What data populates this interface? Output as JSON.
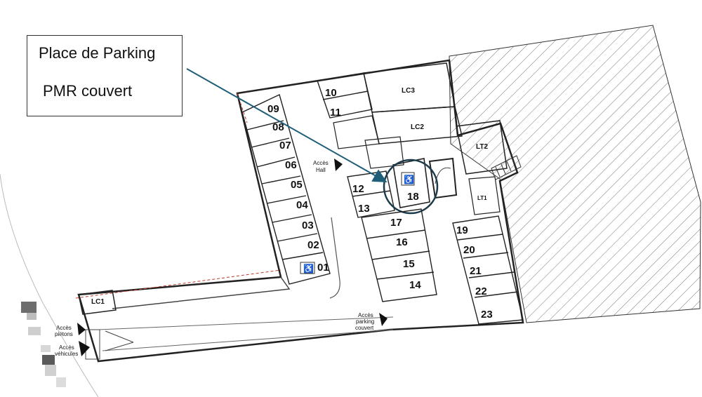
{
  "callout": {
    "line1": "Place de Parking",
    "line2": "PMR couvert"
  },
  "rooms": {
    "lc1": "LC1",
    "lc2": "LC2",
    "lc3": "LC3",
    "lt1": "LT1",
    "lt2": "LT2"
  },
  "spots": {
    "s01": "01",
    "s02": "02",
    "s03": "03",
    "s04": "04",
    "s05": "05",
    "s06": "06",
    "s07": "07",
    "s08": "08",
    "s09": "09",
    "s10": "10",
    "s11": "11",
    "s12": "12",
    "s13": "13",
    "s14": "14",
    "s15": "15",
    "s16": "16",
    "s17": "17",
    "s18": "18",
    "s19": "19",
    "s20": "20",
    "s21": "21",
    "s22": "22",
    "s23": "23"
  },
  "access": {
    "hall_1": "Accès",
    "hall_2": "Hall",
    "parking_1": "Accès",
    "parking_2": "parking",
    "parking_3": "couvert",
    "pietons_1": "Accès",
    "pietons_2": "piétons",
    "vehicules_1": "Accès",
    "vehicules_2": "véhicules"
  },
  "colors": {
    "callout_arrow": "#1f5e78",
    "circle": "#1b3a4a",
    "wall": "#222222"
  }
}
